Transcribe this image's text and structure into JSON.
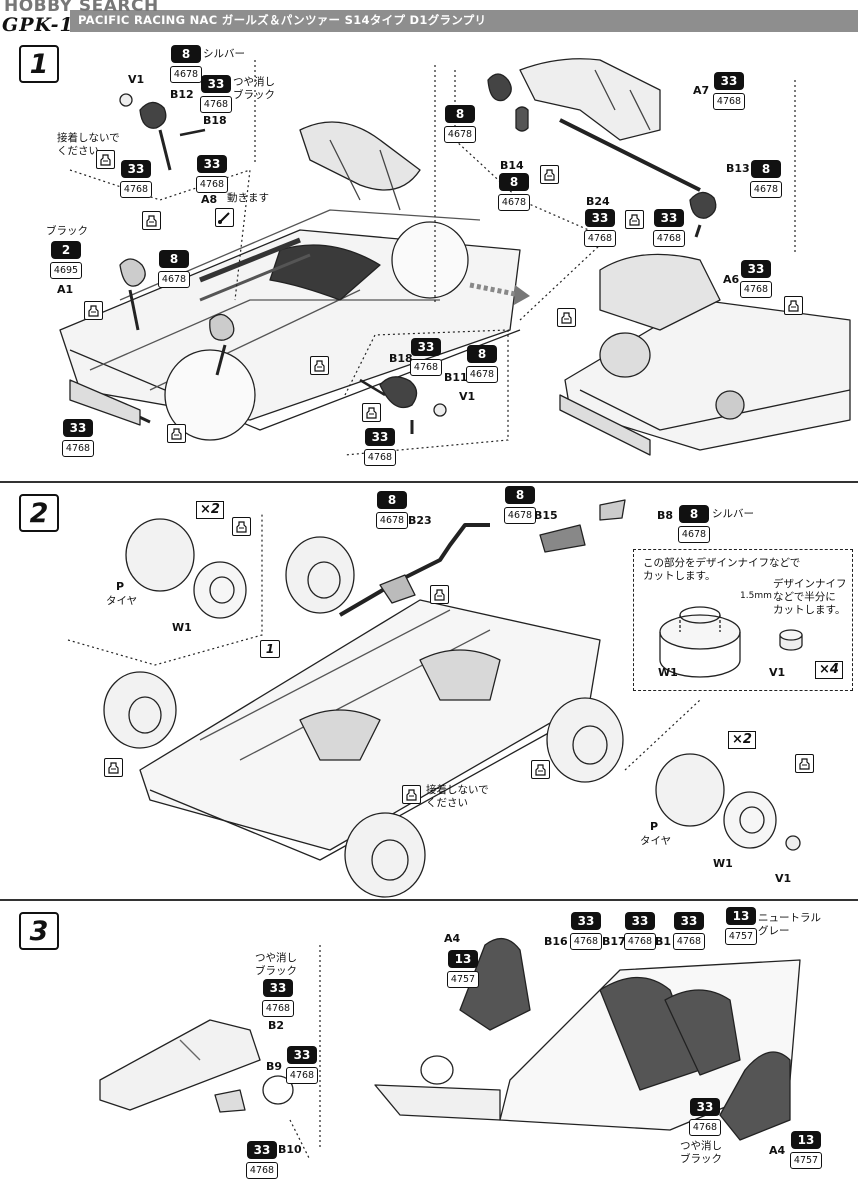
{
  "header": {
    "watermark": "HOBBY SEARCH",
    "code": "GPK-1",
    "title": "PACIFIC RACING NAC ガールズ＆パンツァー S14タイプ D1グランプリ"
  },
  "step1": {
    "number": "1",
    "parts": {
      "V1": "V1",
      "B12": "B12",
      "B18": "B18",
      "A8": "A8",
      "A1": "A1",
      "B14": "B14",
      "B24": "B24",
      "B13": "B13",
      "A7": "A7",
      "A6": "A6",
      "B18b": "B18",
      "B11": "B11",
      "V1b": "V1"
    },
    "notes": {
      "silver": "シルバー",
      "matte_black_1": "つや消し",
      "matte_black_2": "ブラック",
      "no_glue_1": "接着しないで",
      "no_glue_2": "ください",
      "moves": "動きます",
      "black": "ブラック"
    },
    "paints": {
      "p8a": {
        "code": "8",
        "num": "4678"
      },
      "p33a": {
        "code": "33",
        "num": "4768"
      },
      "p33b": {
        "code": "33",
        "num": "4768"
      },
      "p33c": {
        "code": "33",
        "num": "4768"
      },
      "p2": {
        "code": "2",
        "num": "4695"
      },
      "p8b": {
        "code": "8",
        "num": "4678"
      },
      "p33d": {
        "code": "33",
        "num": "4768"
      },
      "p8c": {
        "code": "8",
        "num": "4678"
      },
      "p8d": {
        "code": "8",
        "num": "4678"
      },
      "p33e": {
        "code": "33",
        "num": "4768"
      },
      "p33f": {
        "code": "33",
        "num": "4768"
      },
      "p8e": {
        "code": "8",
        "num": "4678"
      },
      "p33g": {
        "code": "33",
        "num": "4768"
      },
      "p33h": {
        "code": "33",
        "num": "4768"
      },
      "p33i": {
        "code": "33",
        "num": "4768"
      },
      "p8f": {
        "code": "8",
        "num": "4678"
      },
      "p33j": {
        "code": "33",
        "num": "4768"
      }
    }
  },
  "step2": {
    "number": "2",
    "ref": "1",
    "parts": {
      "B23": "B23",
      "B15": "B15",
      "B8": "B8",
      "P": "P",
      "W1": "W1",
      "W1b": "W1",
      "V1": "V1",
      "Pb": "P",
      "W1c": "W1",
      "V1b": "V1"
    },
    "notes": {
      "silver": "シルバー",
      "tire": "タイヤ",
      "tire_b": "タイヤ",
      "no_glue_1": "接着しないで",
      "no_glue_2": "ください",
      "cut1": "この部分をデザインナイフなどで",
      "cut2": "カットします。",
      "cut3": "デザインナイフ",
      "cut4": "などで半分に",
      "cut5": "カットします。",
      "dim": "1.5mm"
    },
    "counts": {
      "x2a": "×2",
      "x4": "×4",
      "x2b": "×2"
    },
    "paints": {
      "p8a": {
        "code": "8",
        "num": "4678"
      },
      "p8b": {
        "code": "8",
        "num": "4678"
      },
      "p8c": {
        "code": "8",
        "num": "4678"
      }
    }
  },
  "step3": {
    "number": "3",
    "parts": {
      "A4": "A4",
      "B16": "B16",
      "B17": "B17",
      "B1": "B1",
      "B2": "B2",
      "B9": "B9",
      "B10": "B10",
      "A4b": "A4"
    },
    "notes": {
      "neutral_gray_1": "ニュートラル",
      "neutral_gray_2": "グレー",
      "matte_black_1": "つや消し",
      "matte_black_2": "ブラック",
      "matte_black_3": "つや消し",
      "matte_black_4": "ブラック"
    },
    "paints": {
      "p13a": {
        "code": "13",
        "num": "4757"
      },
      "p33a": {
        "code": "33",
        "num": "4768"
      },
      "p33b": {
        "code": "33",
        "num": "4768"
      },
      "p33c": {
        "code": "33",
        "num": "4768"
      },
      "p13b": {
        "code": "13",
        "num": "4757"
      },
      "p33d": {
        "code": "33",
        "num": "4768"
      },
      "p33e": {
        "code": "33",
        "num": "4768"
      },
      "p33f": {
        "code": "33",
        "num": "4768"
      },
      "p33g": {
        "code": "33",
        "num": "4768"
      },
      "p13c": {
        "code": "13",
        "num": "4757"
      }
    }
  }
}
